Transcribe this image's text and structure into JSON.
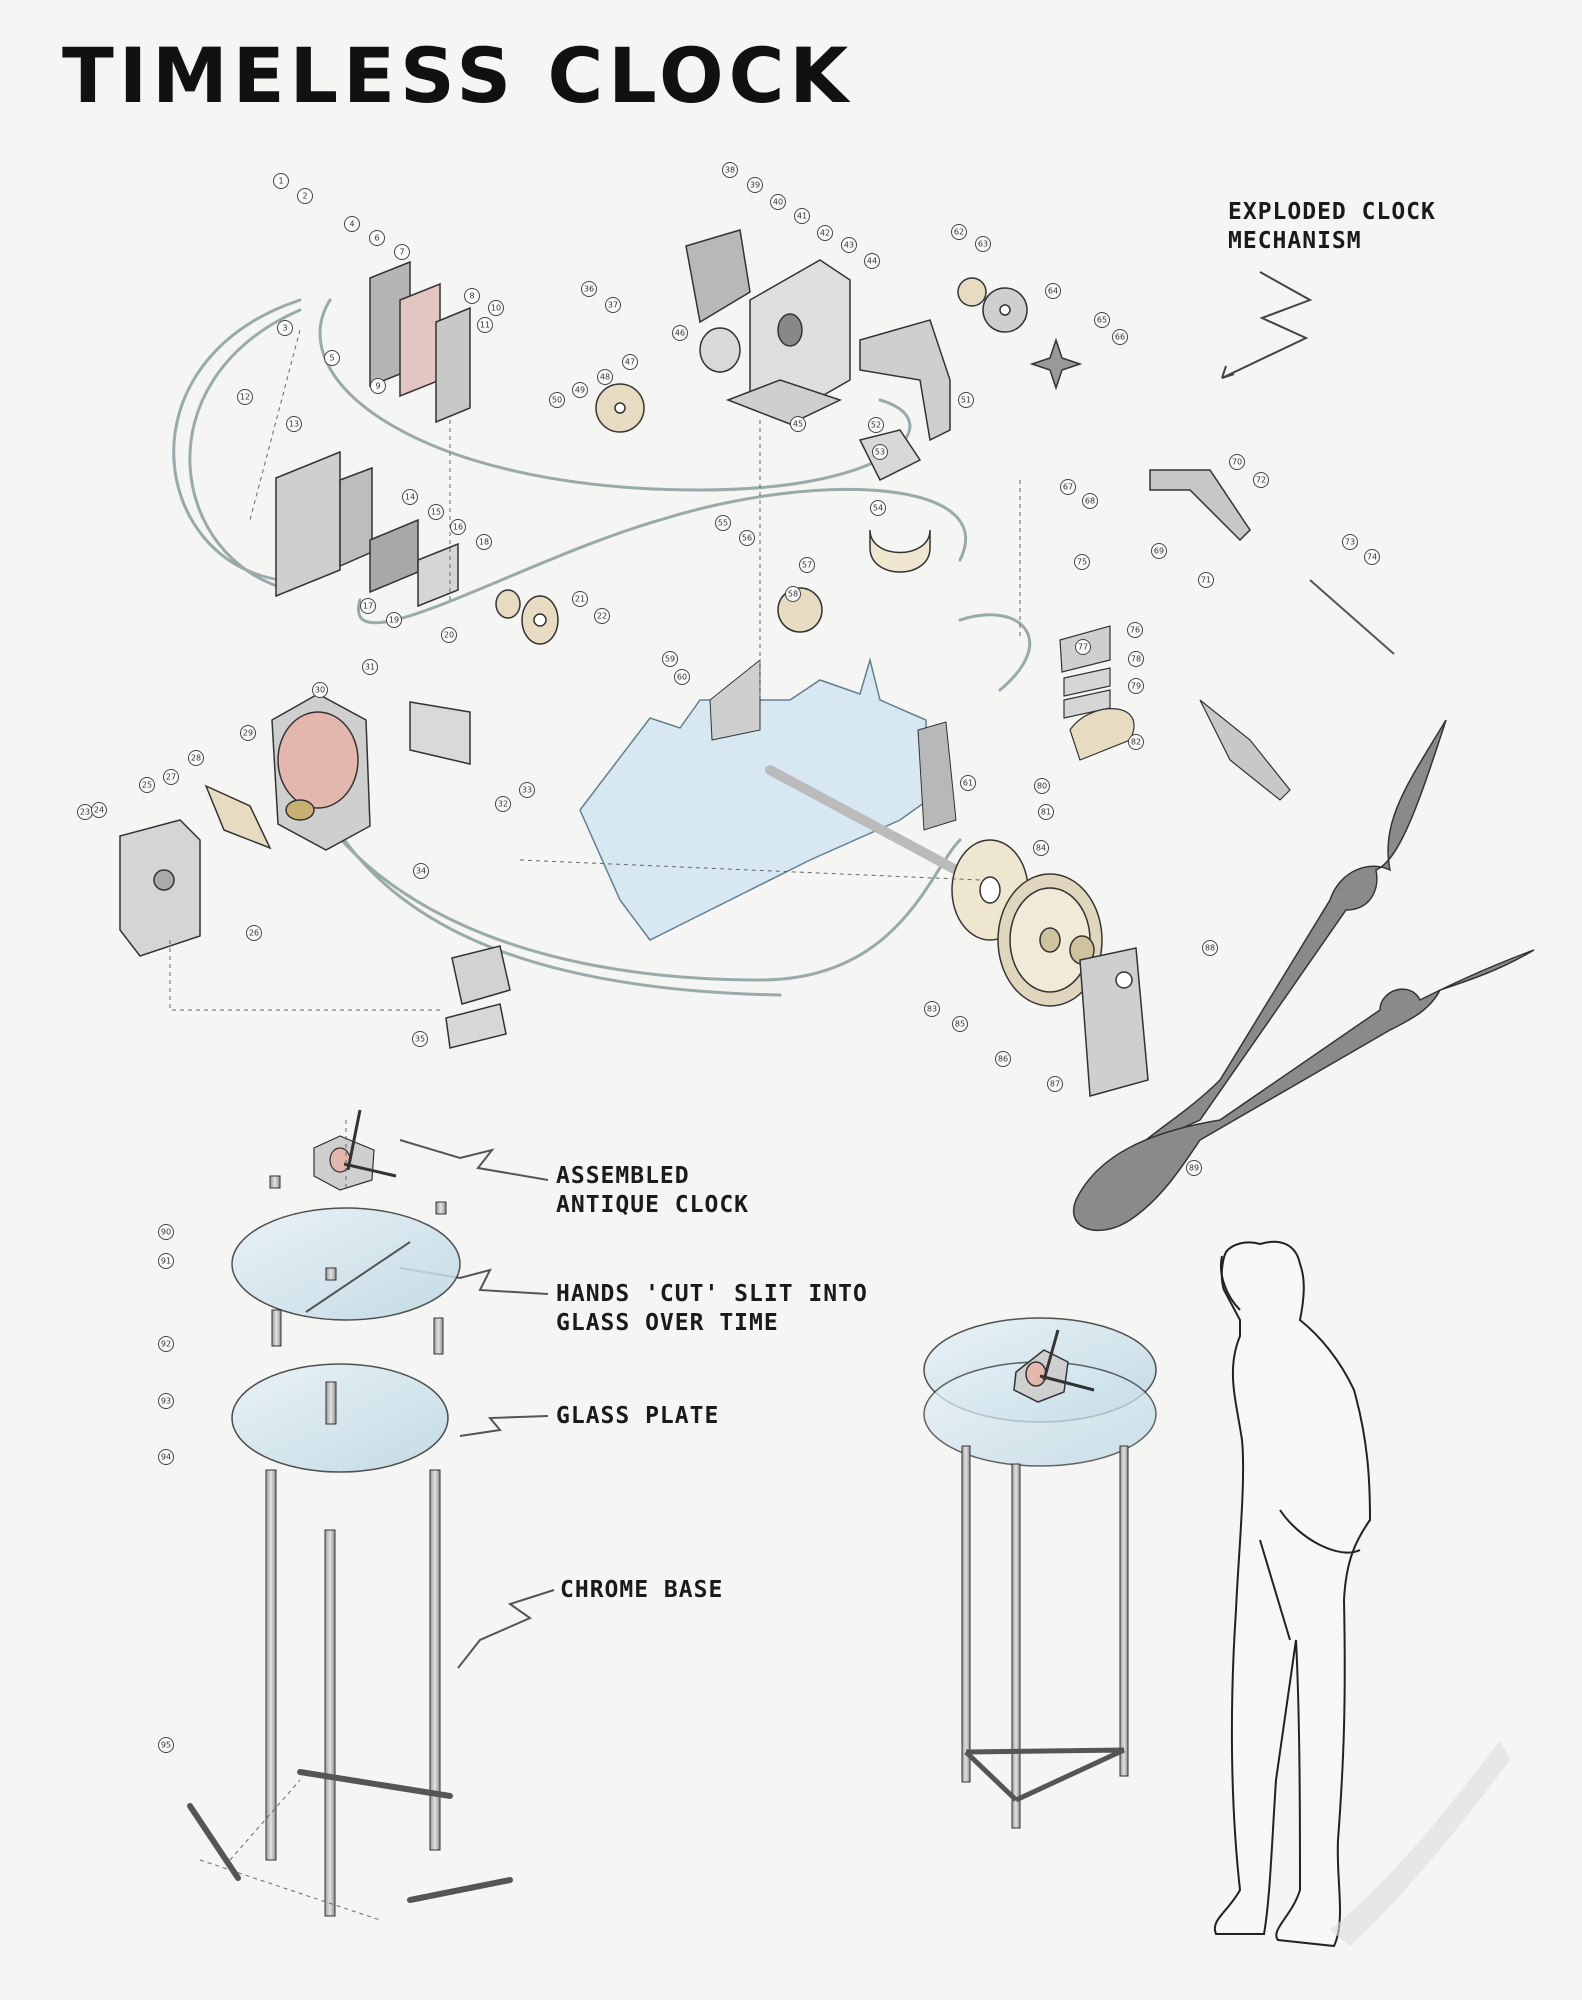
{
  "title": "TIMELESS CLOCK",
  "labels": {
    "exploded_line1": "EXPLODED CLOCK",
    "exploded_line2": "MECHANISM",
    "assembled_line1": "ASSEMBLED",
    "assembled_line2": "ANTIQUE CLOCK",
    "hands_line1": "HANDS 'CUT' SLIT INTO",
    "hands_line2": "GLASS OVER TIME",
    "glass_plate": "GLASS PLATE",
    "chrome_base": "CHROME BASE"
  },
  "callouts": [
    "1",
    "2",
    "3",
    "4",
    "5",
    "6",
    "7",
    "8",
    "9",
    "10",
    "11",
    "12",
    "13",
    "14",
    "15",
    "16",
    "17",
    "18",
    "19",
    "20",
    "21",
    "22",
    "23",
    "24",
    "25",
    "26",
    "27",
    "28",
    "29",
    "30",
    "31",
    "32",
    "33",
    "34",
    "35",
    "36",
    "37",
    "38",
    "39",
    "40",
    "41",
    "42",
    "43",
    "44",
    "45",
    "46",
    "47",
    "48",
    "49",
    "50",
    "51",
    "52",
    "53",
    "54",
    "55",
    "56",
    "57",
    "58",
    "59",
    "60",
    "61",
    "62",
    "63",
    "64",
    "65",
    "66",
    "67",
    "68",
    "69",
    "70",
    "71",
    "72",
    "73",
    "74",
    "75",
    "76",
    "77",
    "78",
    "79",
    "80",
    "81",
    "82",
    "83",
    "84",
    "85",
    "86",
    "87",
    "88",
    "89",
    "90",
    "91",
    "92",
    "93",
    "94",
    "95"
  ],
  "colors": {
    "background": "#f5f5f3",
    "ink": "#1a1a1a",
    "glass": "#cfe4ee",
    "base_plate": "#d6e8f2",
    "metal": "#b9b9b9",
    "brass": "#e7dcc2",
    "hands": "#8a8a8a",
    "coil": "#e3b7ad"
  },
  "icons": [
    "clock-hand-icon",
    "gear-icon",
    "motor-icon",
    "glass-disc-icon",
    "person-figure-icon",
    "arrow-squiggle-icon"
  ]
}
